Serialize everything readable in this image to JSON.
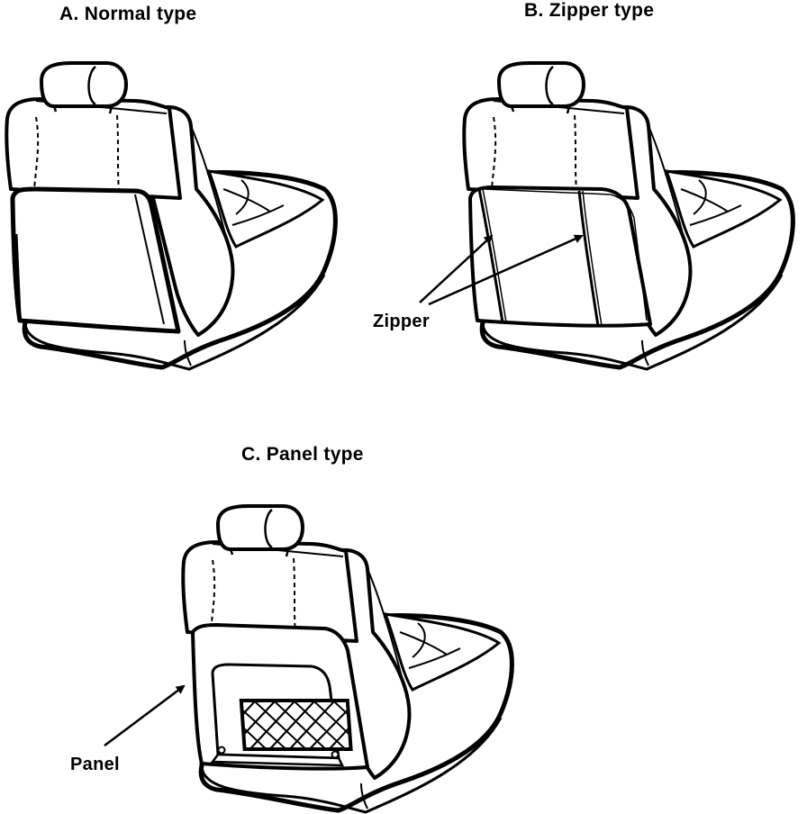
{
  "diagram": {
    "title_a": "A.  Normal type",
    "title_b": "B.  Zipper type",
    "title_c": "C.  Panel type",
    "callout_zipper": "Zipper",
    "callout_panel": "Panel"
  },
  "colors": {
    "ink": "#000000",
    "paper": "#ffffff"
  }
}
